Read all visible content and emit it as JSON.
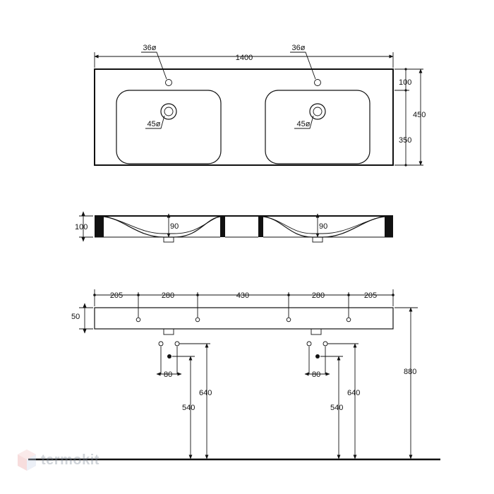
{
  "dimensions": {
    "total_width": "1400",
    "tap_hole_left": "36ø",
    "tap_hole_right": "36ø",
    "drain_left": "45ø",
    "drain_right": "45ø",
    "depth_back": "100",
    "depth_total": "450",
    "depth_basin": "350",
    "side_height": "100",
    "side_drain_left": "90",
    "side_drain_right": "90",
    "fix_205_left": "205",
    "fix_280_left": "280",
    "fix_430": "430",
    "fix_280_right": "280",
    "fix_205_right": "205",
    "front_height": "50",
    "mount_height": "880",
    "pipe_80_left": "80",
    "pipe_640_left": "640",
    "pipe_540_left": "540",
    "pipe_80_right": "80",
    "pipe_640_right": "640",
    "pipe_540_right": "540"
  },
  "watermark": {
    "brand": "termokit"
  },
  "colors": {
    "line": "#111111",
    "watermark": "#7a8594"
  }
}
